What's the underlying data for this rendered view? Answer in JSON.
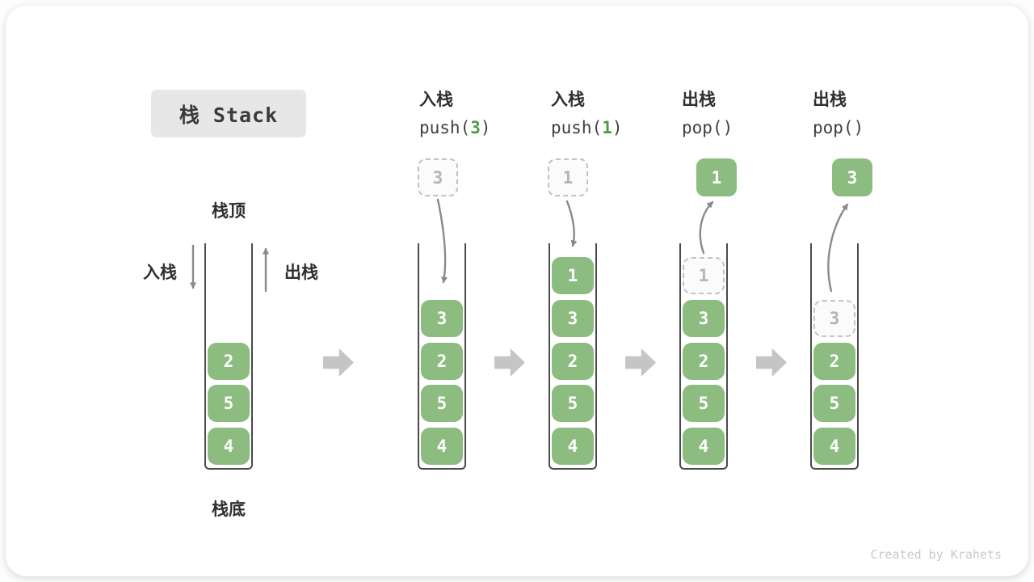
{
  "title": "栈 Stack",
  "labels": {
    "stack_top": "栈顶",
    "stack_bottom": "栈底",
    "push": "入栈",
    "pop": "出栈"
  },
  "steps": [
    {
      "op": "入栈",
      "code_pre": "push(",
      "code_arg": "3",
      "code_post": ")"
    },
    {
      "op": "入栈",
      "code_pre": "push(",
      "code_arg": "1",
      "code_post": ")"
    },
    {
      "op": "出栈",
      "code_pre": "pop()",
      "code_arg": "",
      "code_post": ""
    },
    {
      "op": "出栈",
      "code_pre": "pop()",
      "code_arg": "",
      "code_post": ""
    }
  ],
  "stacks": [
    {
      "cells": [
        {
          "value": "2"
        },
        {
          "value": "5"
        },
        {
          "value": "4"
        }
      ]
    },
    {
      "float": {
        "value": "3",
        "variant": "ghost"
      },
      "cells": [
        {
          "value": "3"
        },
        {
          "value": "2"
        },
        {
          "value": "5"
        },
        {
          "value": "4"
        }
      ]
    },
    {
      "float": {
        "value": "1",
        "variant": "ghost"
      },
      "cells": [
        {
          "value": "1"
        },
        {
          "value": "3"
        },
        {
          "value": "2"
        },
        {
          "value": "5"
        },
        {
          "value": "4"
        }
      ]
    },
    {
      "float": {
        "value": "1",
        "variant": "solid"
      },
      "cells": [
        {
          "value": "1",
          "variant": "ghost"
        },
        {
          "value": "3"
        },
        {
          "value": "2"
        },
        {
          "value": "5"
        },
        {
          "value": "4"
        }
      ]
    },
    {
      "float": {
        "value": "3",
        "variant": "solid"
      },
      "cells": [
        {
          "value": "3",
          "variant": "ghost"
        },
        {
          "value": "2"
        },
        {
          "value": "5"
        },
        {
          "value": "4"
        }
      ]
    }
  ],
  "watermark": "Created by Krahets",
  "colors": {
    "cell_green": "#8cbc80",
    "code_arg_green": "#4c9d44",
    "thin_arrow_gray": "#8a8a8a",
    "block_arrow_gray": "#c5c5c5",
    "ghost_border": "#c2c2c2",
    "ghost_text": "#b5b5b5",
    "title_bg": "#e7e7e7",
    "text_dark": "#2f2f2f"
  }
}
